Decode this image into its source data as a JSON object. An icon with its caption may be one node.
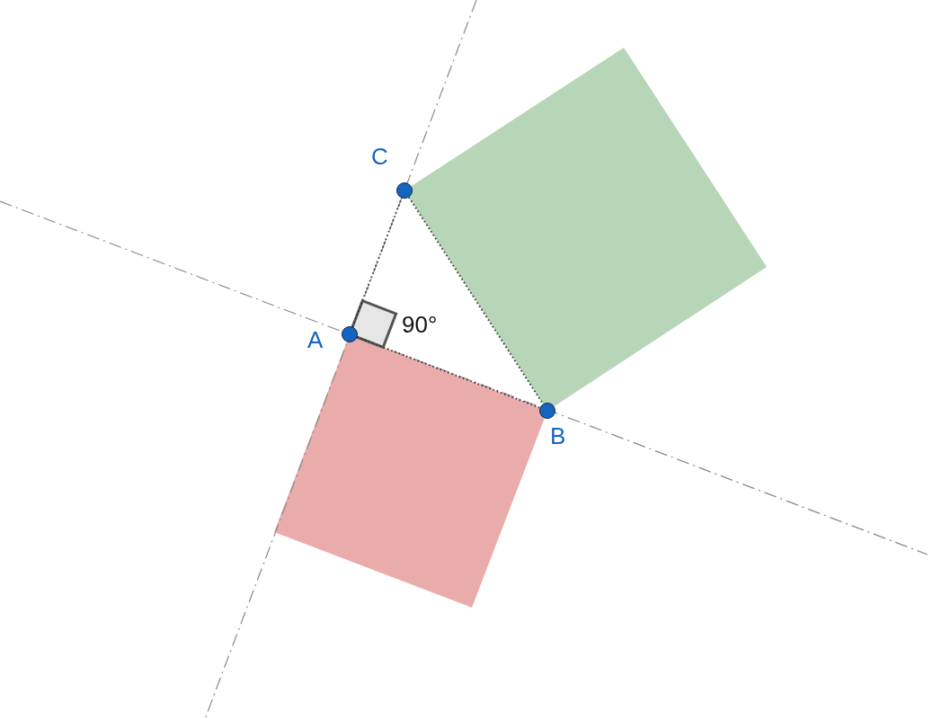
{
  "diagram": {
    "nodes": [
      {
        "text": [
          "A"
        ]
      },
      {
        "text": [
          "B"
        ]
      },
      {
        "text": [
          "C"
        ]
      }
    ],
    "edges": [
      {
        "from": 0,
        "to": 2,
        "arrow": "none"
      },
      {
        "from": 2,
        "to": 1,
        "arrow": "none"
      },
      {
        "from": 0,
        "to": 1,
        "arrow": "none"
      }
    ],
    "labels": [
      "90°"
    ]
  }
}
